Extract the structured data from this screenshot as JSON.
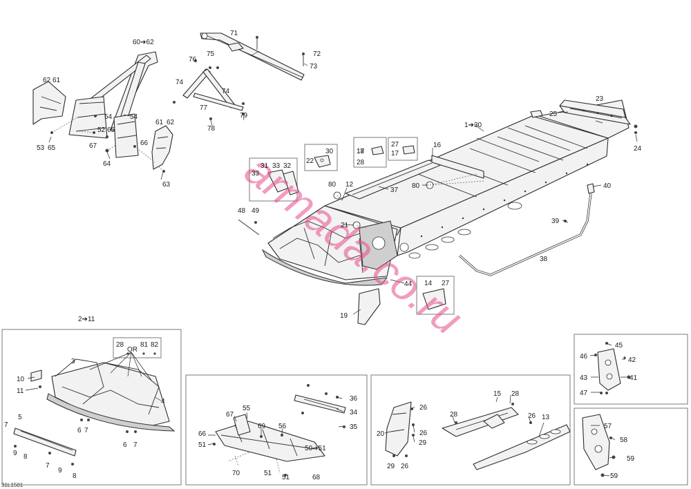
{
  "document_id": "31L1501",
  "watermark": "armada.co.ru",
  "callouts": {
    "c1_30": "1➔30",
    "c2_11": "2➔11",
    "c60_62": "60➔62",
    "c50_51": "50➔51",
    "c3": "3",
    "c4": "4",
    "c5": "5",
    "c6": "6",
    "c7": "7",
    "c8": "8",
    "c9": "9",
    "c10": "10",
    "c11": "11",
    "c12": "12",
    "c13": "13",
    "c14": "14",
    "c15": "15",
    "c16": "16",
    "c17": "17",
    "c18": "18",
    "c19": "19",
    "c20": "20",
    "c21": "21",
    "c22": "22",
    "c23": "23",
    "c24": "24",
    "c25": "25",
    "c26": "26",
    "c27": "27",
    "c28": "28",
    "c29": "29",
    "c30": "30",
    "c31": "31",
    "c32": "32",
    "c33": "33",
    "c34": "34",
    "c35": "35",
    "c36": "36",
    "c37": "37",
    "c38": "38",
    "c39": "39",
    "c40": "40",
    "c41": "41",
    "c42": "42",
    "c43": "43",
    "c44": "44",
    "c45": "45",
    "c46": "46",
    "c47": "47",
    "c48": "48",
    "c49": "49",
    "c51": "51",
    "c52": "52",
    "c53": "53",
    "c54": "54",
    "c55": "55",
    "c56": "56",
    "c57": "57",
    "c58": "58",
    "c59": "59",
    "c61": "61",
    "c62": "62",
    "c63": "63",
    "c64": "64",
    "c65": "65",
    "c66": "66",
    "c67": "67",
    "c68": "68",
    "c69": "69",
    "c70": "70",
    "c71": "71",
    "c72": "72",
    "c73": "73",
    "c74": "74",
    "c75": "75",
    "c76": "76",
    "c77": "77",
    "c78": "78",
    "c79": "79",
    "c80": "80",
    "c81": "81",
    "c82": "82",
    "or": "OR"
  }
}
